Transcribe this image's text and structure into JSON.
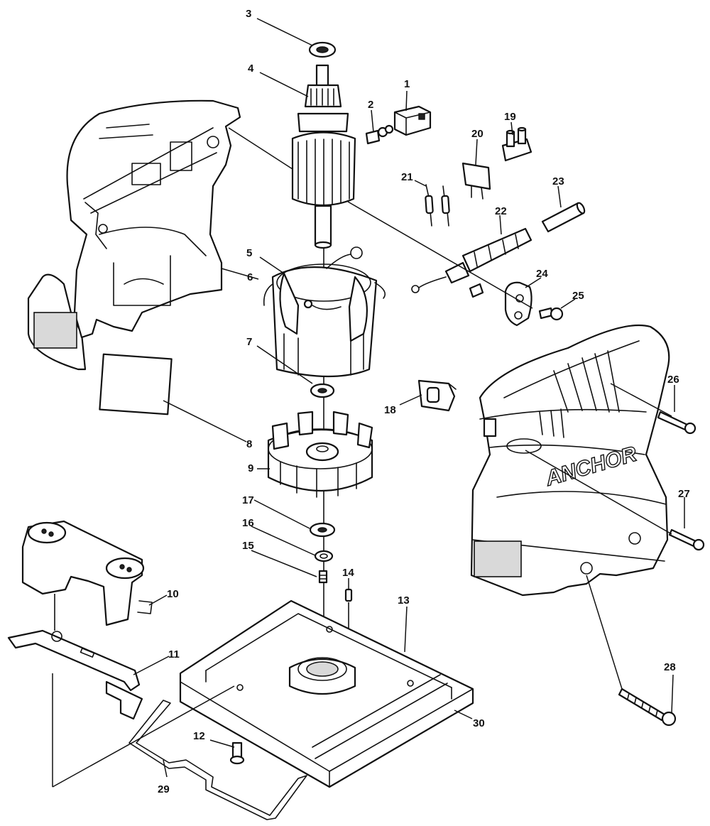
{
  "diagram": {
    "brand_text": "ANCHOR",
    "callouts": {
      "p1": "1",
      "p2": "2",
      "p3": "3",
      "p4": "4",
      "p5": "5",
      "p6": "6",
      "p7": "7",
      "p8": "8",
      "p9": "9",
      "p10": "10",
      "p11": "11",
      "p12": "12",
      "p13": "13",
      "p14": "14",
      "p15": "15",
      "p16": "16",
      "p17": "17",
      "p18": "18",
      "p19": "19",
      "p20": "20",
      "p21": "21",
      "p22": "22",
      "p23": "23",
      "p24": "24",
      "p25": "25",
      "p26": "26",
      "p27": "27",
      "p28": "28",
      "p29": "29",
      "p30": "30"
    }
  }
}
